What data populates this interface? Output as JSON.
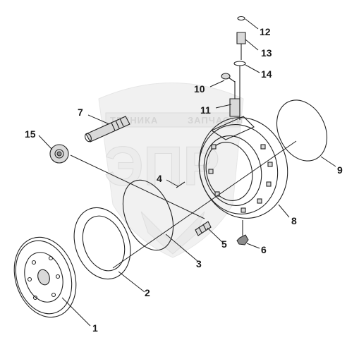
{
  "watermark": {
    "banner_left": "ТЕХНИКА",
    "banner_right": "ЗАПЧАСТИ"
  },
  "callouts": [
    {
      "id": "1",
      "label": "1"
    },
    {
      "id": "2",
      "label": "2"
    },
    {
      "id": "3",
      "label": "3"
    },
    {
      "id": "4",
      "label": "4"
    },
    {
      "id": "5",
      "label": "5"
    },
    {
      "id": "6",
      "label": "6"
    },
    {
      "id": "7",
      "label": "7"
    },
    {
      "id": "8",
      "label": "8"
    },
    {
      "id": "9",
      "label": "9"
    },
    {
      "id": "10",
      "label": "10"
    },
    {
      "id": "11",
      "label": "11"
    },
    {
      "id": "12",
      "label": "12"
    },
    {
      "id": "13",
      "label": "13"
    },
    {
      "id": "14",
      "label": "14"
    },
    {
      "id": "15",
      "label": "15"
    }
  ]
}
